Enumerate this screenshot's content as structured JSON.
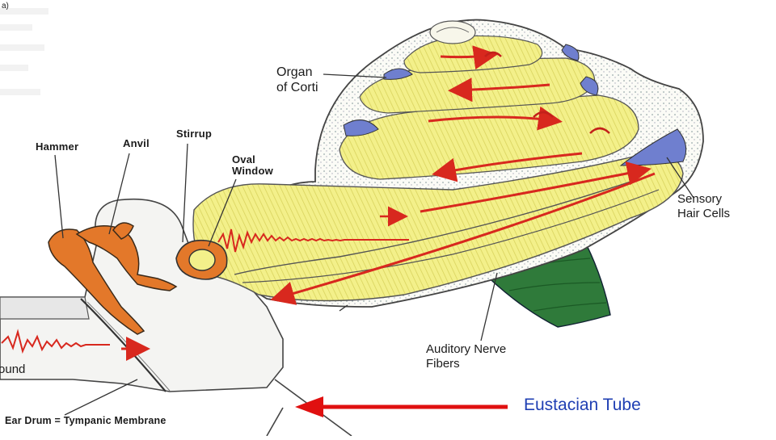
{
  "figure": {
    "panel_tag": "a)",
    "labels": {
      "organ_of_corti": "Organ\nof Corti",
      "hammer": "Hammer",
      "anvil": "Anvil",
      "stirrup": "Stirrup",
      "oval_window": "Oval\nWindow",
      "sensory_hair_cells": "Sensory\nHair Cells",
      "auditory_nerve_fibers": "Auditory Nerve\nFibers",
      "sound": "Sound",
      "ear_drum": "Ear Drum = Tympanic Membrane"
    },
    "annotation": {
      "eustachian_tube": "Eustacian Tube",
      "color": "#e01010",
      "text_color": "#1f3fb3"
    },
    "colors": {
      "cochlea_fill": "#f3f08a",
      "cochlea_ridges": "#c9c44e",
      "ossicles": "#e3782a",
      "nerve": "#2f7a3a",
      "hair_cells": "#6f7fcf",
      "waves": "#d8281e"
    }
  }
}
